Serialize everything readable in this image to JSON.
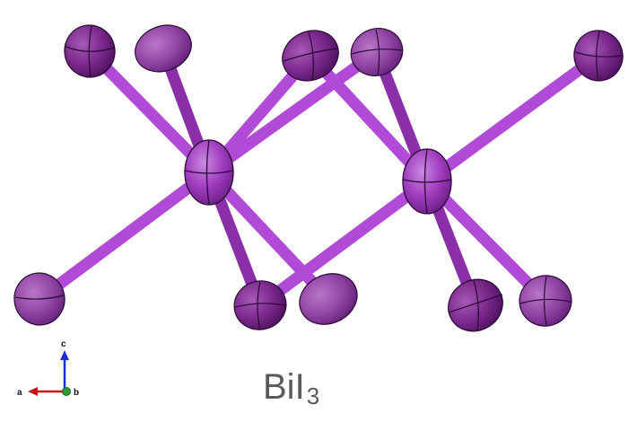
{
  "formula": {
    "base": "BiI",
    "subscript": "3"
  },
  "axes": {
    "a_label": "a",
    "b_label": "b",
    "c_label": "c"
  },
  "colors": {
    "background": "#ffffff",
    "bond": "#b14ad6",
    "bond_dark": "#8a2fa8",
    "iodine_atom": "#7d2a8e",
    "bismuth_atom": "#a13cc0",
    "axis_a": "#c01818",
    "axis_b": "#2a9a3a",
    "axis_c": "#1c2fd0",
    "label_text": "#5a5a5a"
  },
  "atoms": {
    "bismuth": [
      "Bi",
      "Bi"
    ],
    "iodine": [
      "I",
      "I",
      "I",
      "I",
      "I",
      "I",
      "I",
      "I",
      "I",
      "I"
    ]
  }
}
